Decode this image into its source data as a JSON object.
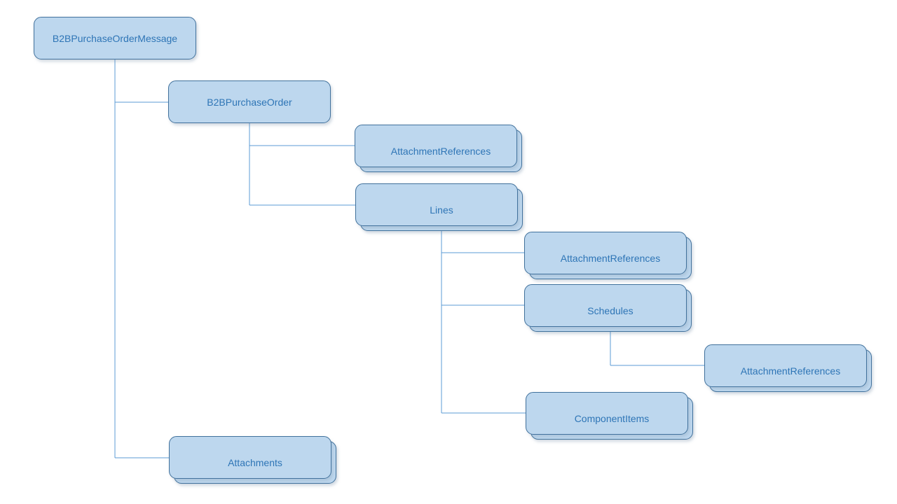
{
  "diagram": {
    "type": "tree-hierarchy",
    "colors": {
      "node_fill": "#bdd7ee",
      "node_border": "#41719c",
      "connector": "#5b9bd5",
      "label_text": "#2e75b6",
      "canvas_background": "#ffffff"
    },
    "nodes": [
      {
        "id": "b2b-purchase-order-message",
        "label": "B2BPurchaseOrderMessage",
        "stacked": false
      },
      {
        "id": "b2b-purchase-order",
        "label": "B2BPurchaseOrder",
        "stacked": false
      },
      {
        "id": "attachment-references-1",
        "label": "AttachmentReferences",
        "stacked": true
      },
      {
        "id": "lines",
        "label": "Lines",
        "stacked": true
      },
      {
        "id": "attachment-references-2",
        "label": "AttachmentReferences",
        "stacked": true
      },
      {
        "id": "schedules",
        "label": "Schedules",
        "stacked": true
      },
      {
        "id": "attachment-references-3",
        "label": "AttachmentReferences",
        "stacked": true
      },
      {
        "id": "component-items",
        "label": "ComponentItems",
        "stacked": true
      },
      {
        "id": "attachments",
        "label": "Attachments",
        "stacked": true
      }
    ],
    "edges": [
      {
        "from": "b2b-purchase-order-message",
        "to": "b2b-purchase-order"
      },
      {
        "from": "b2b-purchase-order-message",
        "to": "attachments"
      },
      {
        "from": "b2b-purchase-order",
        "to": "attachment-references-1"
      },
      {
        "from": "b2b-purchase-order",
        "to": "lines"
      },
      {
        "from": "lines",
        "to": "attachment-references-2"
      },
      {
        "from": "lines",
        "to": "schedules"
      },
      {
        "from": "lines",
        "to": "component-items"
      },
      {
        "from": "schedules",
        "to": "attachment-references-3"
      }
    ]
  }
}
